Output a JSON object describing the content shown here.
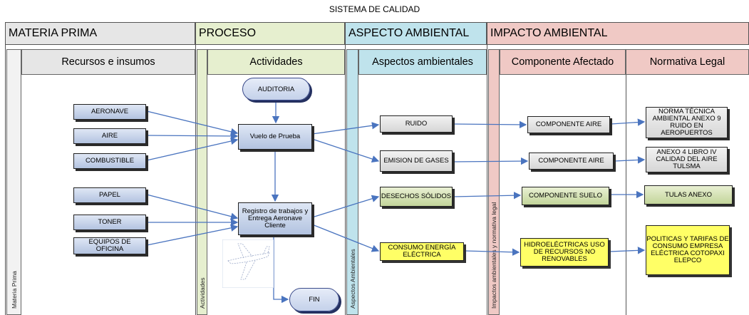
{
  "title": "SISTEMA DE CALIDAD",
  "lanes": {
    "materia_prima": "MATERIA PRIMA",
    "proceso": "PROCESO",
    "aspecto": "ASPECTO AMBIENTAL",
    "impacto": "IMPACTO AMBIENTAL"
  },
  "columns": {
    "recursos": "Recursos e insumos",
    "actividades": "Actividades",
    "aspectos": "Aspectos ambientales",
    "componente": "Componente Afectado",
    "normativa": "Normativa Legal"
  },
  "side_labels": {
    "materia": "Materia Prima",
    "actividades": "Actividades",
    "aspectos": "Aspectos Ambientales",
    "impactos": "Impactos ambientales y normativa legal"
  },
  "inputs": {
    "aeronave": "AERONAVE",
    "aire": "AIRE",
    "combustible": "COMBUSTIBLE",
    "papel": "PAPEL",
    "toner": "TONER",
    "equipos": "EQUIPOS DE OFICINA"
  },
  "process": {
    "auditoria": "AUDITORIA",
    "vuelo": "Vuelo de Prueba",
    "registro": "Registro de trabajos y Entrega Aeronave Cliente",
    "fin": "FIN"
  },
  "aspects": {
    "ruido": "RUIDO",
    "emision": "EMISION DE GASES",
    "desechos": "DESECHOS SÓLIDOS",
    "consumo": "CONSUMO ENERGÍA ELÉCTRICA"
  },
  "components": {
    "aire1": "COMPONENTE AIRE",
    "aire2": "COMPONENTE AIRE",
    "suelo": "COMPONENTE SUELO",
    "hidro": "HIDROELÉCTRICAS USO DE RECURSOS NO RENOVABLES"
  },
  "norms": {
    "norma_ruido": "NORMA TÉCNICA AMBIENTAL ANEXO 9 RUIDO EN AEROPUERTOS",
    "anexo4": "ANEXO 4 LIBRO IV CALIDAD DEL AIRE TULSMA",
    "tulas": "TULAS ANEXO",
    "politicas": "POLITICAS Y TARIFAS DE CONSUMO EMPRESA ELÉCTRICA COTOPAXI ELEPCO"
  },
  "colors": {
    "materia": "#e6e6e6",
    "proceso": "#e6efcf",
    "aspecto": "#bfe3ec",
    "impacto": "#f0c9c5",
    "arrow": "#4a74bf"
  }
}
